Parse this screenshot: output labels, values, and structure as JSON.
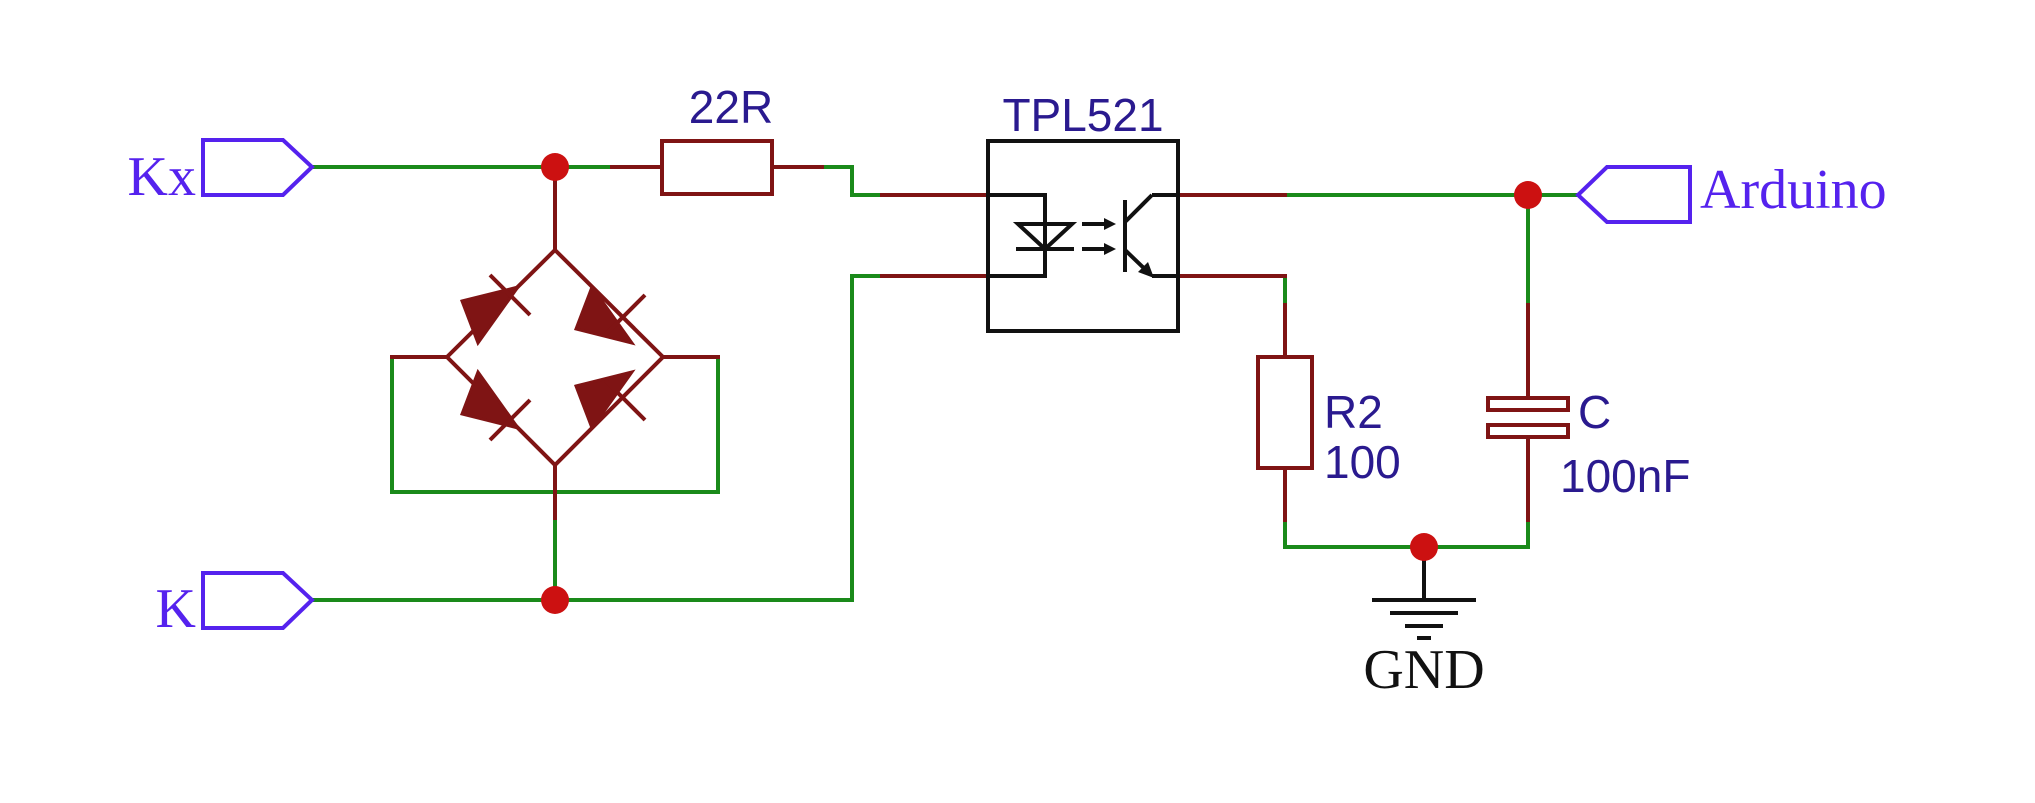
{
  "ports": {
    "kx": "Kx",
    "k": "K",
    "arduino": "Arduino"
  },
  "components": {
    "resistor_in": {
      "value": "22R"
    },
    "optocoupler": {
      "name": "TPL521"
    },
    "resistor_r2": {
      "name": "R2",
      "value": "100"
    },
    "capacitor": {
      "name": "C",
      "value": "100nF"
    }
  },
  "ground": {
    "label": "GND"
  },
  "colors": {
    "wire_net": "#1a8a1a",
    "wire_pin": "#7f1414",
    "port_outline": "#5522ee",
    "port_text": "#5522ee",
    "value_text": "#2a1a8f",
    "junction": "#cc1111",
    "symbol_outline": "#111111"
  }
}
